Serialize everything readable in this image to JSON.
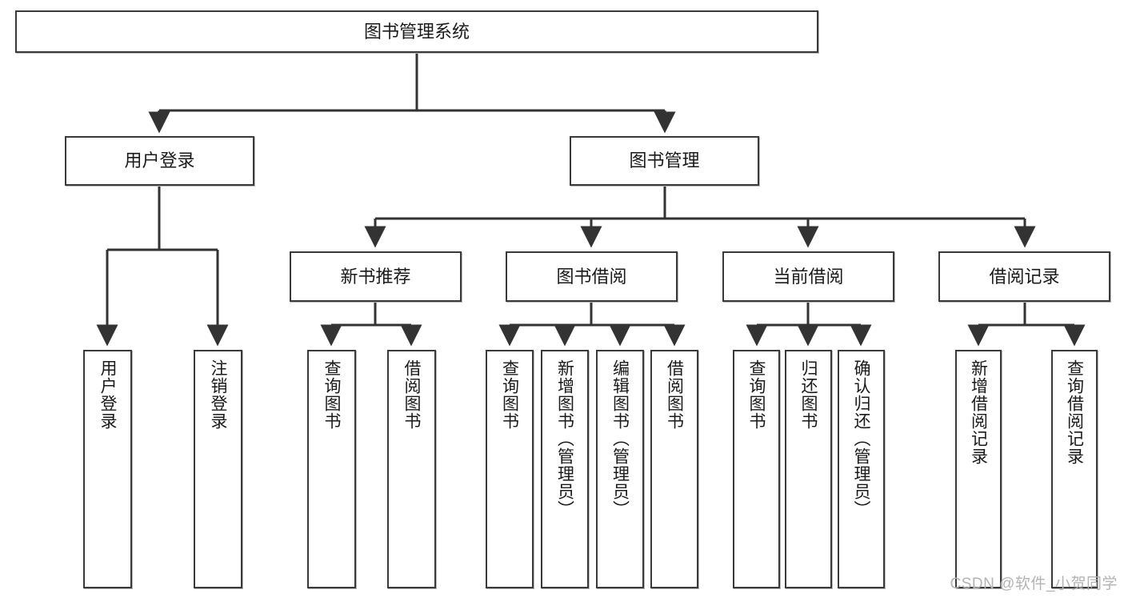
{
  "diagram": {
    "type": "tree-hierarchy-diagram",
    "title": "图书管理系统",
    "watermark": "CSDN @软件_小贺同学",
    "colors": {
      "box_border": "#3a3a3a",
      "box_fill": "#ffffff",
      "connector": "#333333",
      "text": "#1a1a1a",
      "watermark": "#b3b3b3"
    },
    "levels": {
      "root": {
        "label": "图书管理系统"
      },
      "level2": [
        {
          "label": "用户登录"
        },
        {
          "label": "图书管理"
        }
      ],
      "level3": [
        {
          "label": "新书推荐"
        },
        {
          "label": "图书借阅"
        },
        {
          "label": "当前借阅"
        },
        {
          "label": "借阅记录"
        }
      ],
      "leaves": {
        "user_login": [
          {
            "label": "用户登录"
          },
          {
            "label": "注销登录"
          }
        ],
        "new_book_recommend": [
          {
            "label": "查询图书"
          },
          {
            "label": "借阅图书"
          }
        ],
        "book_borrow": [
          {
            "label": "查询图书"
          },
          {
            "label": "新增图书（管理员）"
          },
          {
            "label": "编辑图书（管理员）"
          },
          {
            "label": "借阅图书"
          }
        ],
        "current_borrow": [
          {
            "label": "查询图书"
          },
          {
            "label": "归还图书"
          },
          {
            "label": "确认归还（管理员）"
          }
        ],
        "borrow_record": [
          {
            "label": "新增借阅记录"
          },
          {
            "label": "查询借阅记录"
          }
        ]
      }
    }
  }
}
